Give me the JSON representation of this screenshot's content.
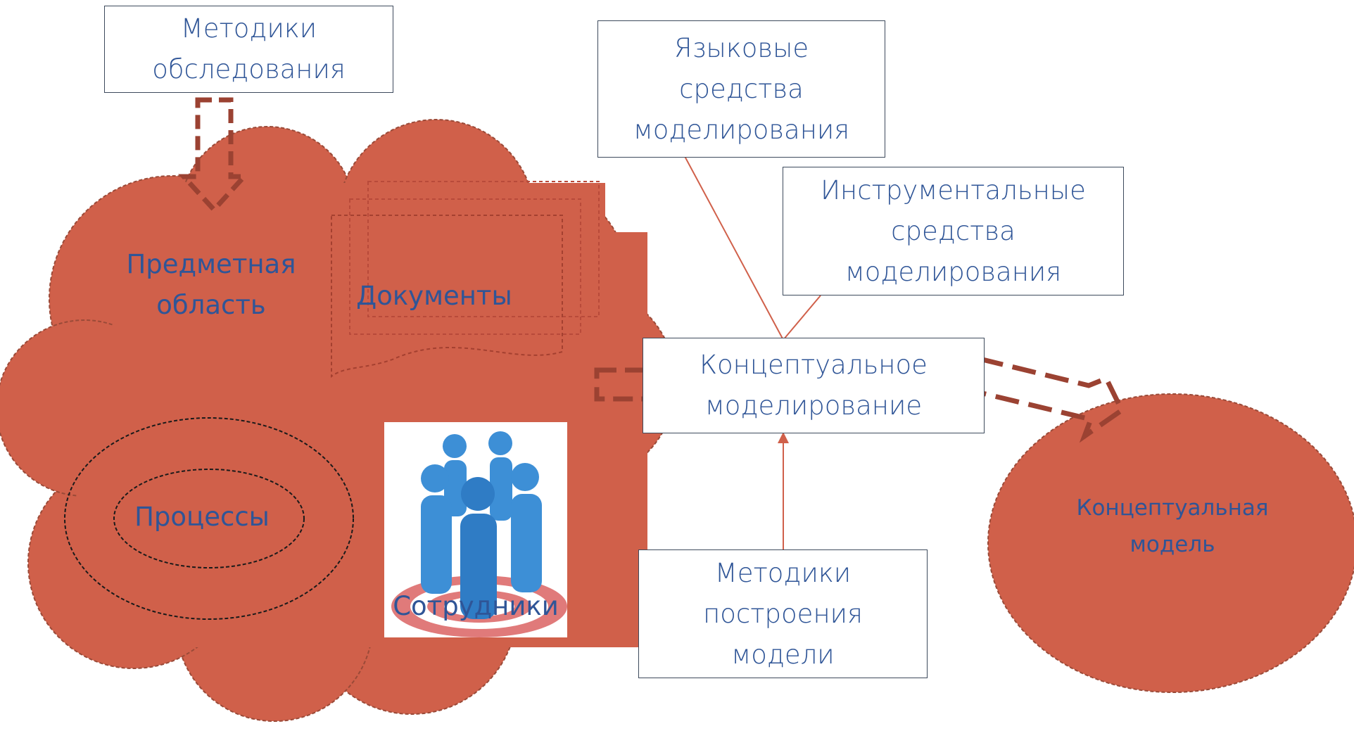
{
  "boxes": {
    "survey_methods": [
      "Методики",
      "обследования"
    ],
    "language_tools": [
      "Языковые",
      "средства",
      "моделирования"
    ],
    "instrumental_tools": [
      "Инструментальные",
      "средства",
      "моделирования"
    ],
    "conceptual_modeling": [
      "Концептуальное",
      "моделирование"
    ],
    "model_building_methods": [
      "Методики",
      "построения",
      "модели"
    ]
  },
  "cloud": {
    "subject_area": [
      "Предметная",
      "область"
    ],
    "documents": "Документы",
    "processes": "Процессы",
    "employees": "Сотрудники"
  },
  "result": {
    "conceptual_model": [
      "Концептуальная",
      "модель"
    ]
  },
  "colors": {
    "cloud_fill": "#d0604a",
    "arrow": "#9b4232",
    "box_border": "#3d4a5c",
    "text": "#2f5597",
    "connector": "#d0604a",
    "figures": "#3d8fd6"
  }
}
